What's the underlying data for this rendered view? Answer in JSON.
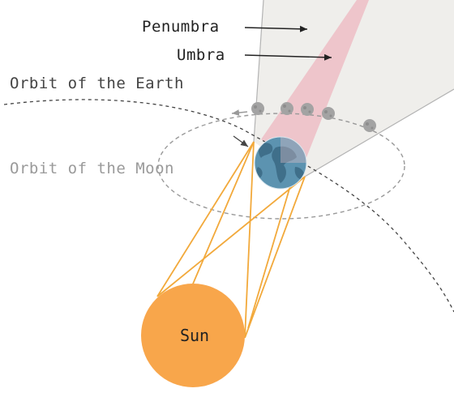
{
  "labels": {
    "penumbra": "Penumbra",
    "umbra": "Umbra",
    "orbit_earth": "Orbit of the Earth",
    "orbit_moon": "Orbit of the Moon",
    "sun": "Sun"
  },
  "colors": {
    "penumbra_fill": "#efeeeb",
    "penumbra_edge": "#b3b3b3",
    "umbra_fill": "#eec5cb",
    "sun_fill": "#f8a64b",
    "sun_rays": "#f2a93b",
    "earth_ocean": "#5c93b0",
    "earth_land": "#3f6f8a",
    "moon_fill": "#a3a3a3",
    "text_dark": "#222222",
    "text_mid": "#444444",
    "text_light": "#9a9a9a",
    "orbit_earth_line": "#444444",
    "orbit_moon_line": "#999999"
  },
  "icons": {
    "earth": "earth-globe-icon",
    "moon": "moon-icon",
    "sun": "sun-disc-icon"
  }
}
